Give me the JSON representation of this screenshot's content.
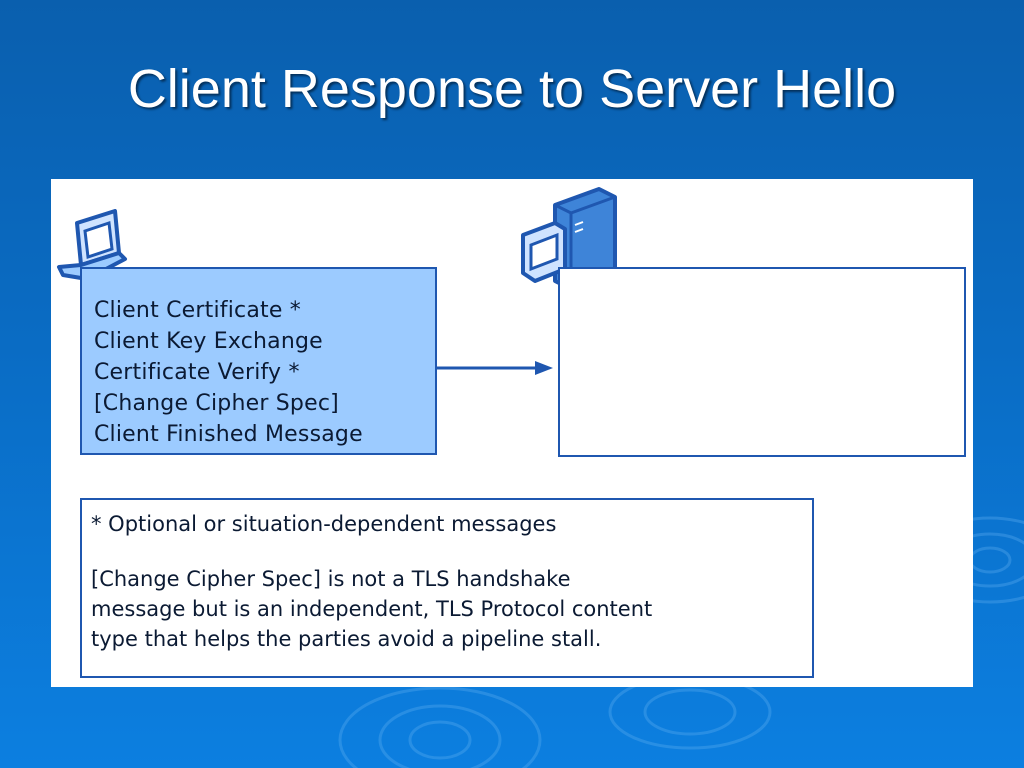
{
  "slide": {
    "title": "Client Response to Server Hello"
  },
  "diagram": {
    "client": {
      "icon": "laptop-icon",
      "messages": [
        "Client Certificate *",
        "Client Key Exchange",
        "Certificate Verify *",
        "[Change Cipher Spec]",
        "Client Finished Message"
      ]
    },
    "server": {
      "icon": "server-icon"
    },
    "note": {
      "line1": "* Optional or situation-dependent messages",
      "line2a": "[Change Cipher Spec] is not a TLS handshake",
      "line2b": "message but is an independent, TLS Protocol content",
      "line2c": "type that helps the parties avoid a pipeline stall."
    }
  },
  "colors": {
    "background": "#0a6cc4",
    "client_box_fill": "#9ccbff",
    "box_border": "#1f57b0",
    "arrow": "#1f57b0"
  }
}
